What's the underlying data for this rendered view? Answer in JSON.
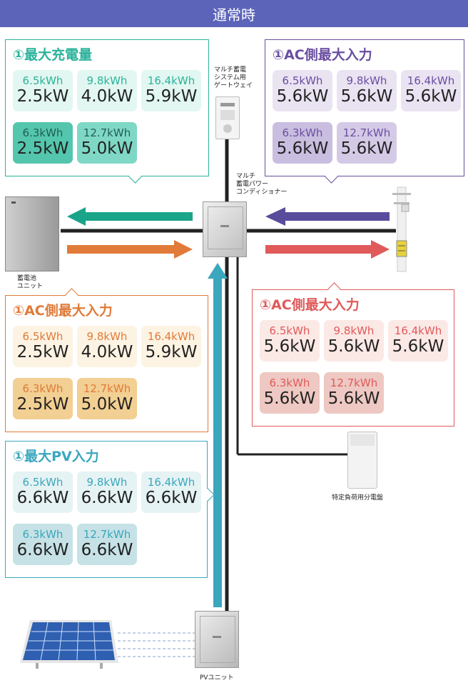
{
  "header": {
    "title": "通常時"
  },
  "panels": {
    "charge": {
      "title": "①最大充電量",
      "color": "#2bb39b",
      "cards": [
        {
          "kwh": "6.5kWh",
          "kw": "2.5kW"
        },
        {
          "kwh": "9.8kWh",
          "kw": "4.0kW"
        },
        {
          "kwh": "16.4kWh",
          "kw": "5.9kW"
        },
        {
          "kwh": "6.3kWh",
          "kw": "2.5kW"
        },
        {
          "kwh": "12.7kWh",
          "kw": "5.0kW"
        }
      ]
    },
    "ac_in": {
      "title": "①AC側最大入力",
      "color": "#6a4fa0",
      "cards": [
        {
          "kwh": "6.5kWh",
          "kw": "5.6kW"
        },
        {
          "kwh": "9.8kWh",
          "kw": "5.6kW"
        },
        {
          "kwh": "16.4kWh",
          "kw": "5.6kW"
        },
        {
          "kwh": "6.3kWh",
          "kw": "5.6kW"
        },
        {
          "kwh": "12.7kWh",
          "kw": "5.6kW"
        }
      ]
    },
    "ac_out": {
      "title": "①AC側最大入力",
      "color": "#e07b39",
      "cards": [
        {
          "kwh": "6.5kWh",
          "kw": "2.5kW"
        },
        {
          "kwh": "9.8kWh",
          "kw": "4.0kW"
        },
        {
          "kwh": "16.4kWh",
          "kw": "5.9kW"
        },
        {
          "kwh": "6.3kWh",
          "kw": "2.5kW"
        },
        {
          "kwh": "12.7kWh",
          "kw": "5.0kW"
        }
      ]
    },
    "grid_out": {
      "title": "①AC側最大入力",
      "color": "#e05a5a",
      "cards": [
        {
          "kwh": "6.5kWh",
          "kw": "5.6kW"
        },
        {
          "kwh": "9.8kWh",
          "kw": "5.6kW"
        },
        {
          "kwh": "16.4kWh",
          "kw": "5.6kW"
        },
        {
          "kwh": "6.3kWh",
          "kw": "5.6kW"
        },
        {
          "kwh": "12.7kWh",
          "kw": "5.6kW"
        }
      ]
    },
    "pv": {
      "title": "①最大PV入力",
      "color": "#3aa7bd",
      "cards": [
        {
          "kwh": "6.5kWh",
          "kw": "6.6kW"
        },
        {
          "kwh": "9.8kWh",
          "kw": "6.6kW"
        },
        {
          "kwh": "16.4kWh",
          "kw": "6.6kW"
        },
        {
          "kwh": "6.3kWh",
          "kw": "6.6kW"
        },
        {
          "kwh": "12.7kWh",
          "kw": "6.6kW"
        }
      ]
    }
  },
  "labels": {
    "gateway_1": "マルチ蓄電",
    "gateway_2": "システム用",
    "gateway_3": "ゲートウェイ",
    "pcs_1": "マルチ",
    "pcs_2": "蓄電パワー",
    "pcs_3": "コンディショナー",
    "battery_1": "蓄電池",
    "battery_2": "ユニット",
    "panelboard": "特定負荷用分電盤",
    "pv_unit": "PVユニット"
  },
  "colors": {
    "charge_arrow": "#1aa48a",
    "discharge_arrow": "#e07b39",
    "grid_in_arrow": "#5a4c9c",
    "grid_out_arrow": "#e05a5a",
    "pv_arrow": "#3aa7bd",
    "wire": "#222222"
  }
}
